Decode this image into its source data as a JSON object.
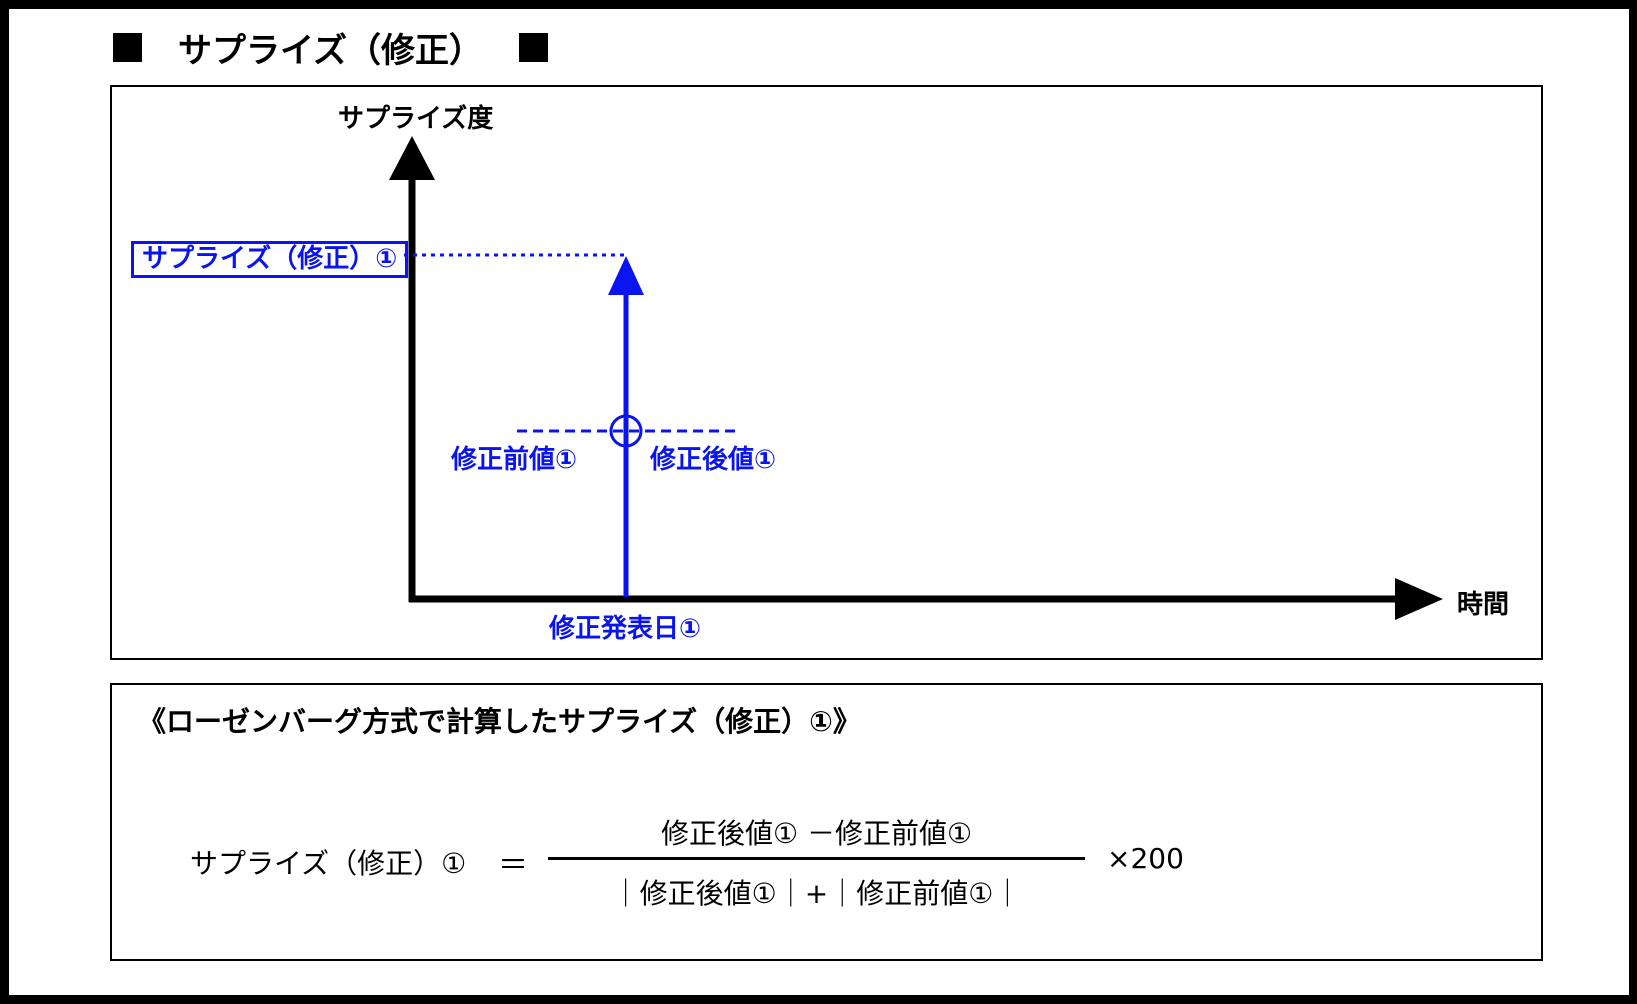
{
  "title": "サプライズ（修正）",
  "diagram": {
    "y_axis_label": "サプライズ度",
    "x_axis_label": "時間",
    "surprise_label": "サプライズ（修正）①",
    "pre_value_label": "修正前値①",
    "post_value_label": "修正後値①",
    "date_label": "修正発表日①",
    "colors": {
      "axis": "#000000",
      "accent": "#0a14f0"
    }
  },
  "formula": {
    "heading": "《ローゼンバーグ方式で計算したサプライズ（修正）①》",
    "lhs": "サプライズ（修正）①",
    "equals": "＝",
    "numerator": "修正後値① －修正前値①",
    "denominator": "｜修正後値①｜+｜修正前値①｜",
    "multiplier": "×200"
  }
}
